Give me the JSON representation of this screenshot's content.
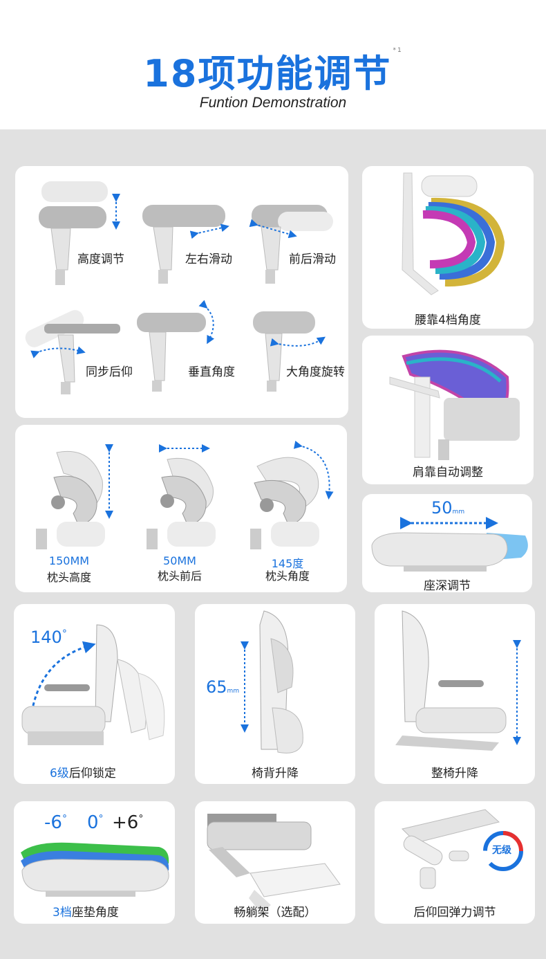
{
  "header": {
    "title": "18项功能调节",
    "footnote": "*1",
    "subtitle": "Funtion Demonstration"
  },
  "armrest": {
    "items": [
      "高度调节",
      "左右滑动",
      "前后滑动",
      "同步后仰",
      "垂直角度",
      "大角度旋转"
    ]
  },
  "lumbar": {
    "label": "腰靠4档角度"
  },
  "shoulder": {
    "label": "肩靠自动调整"
  },
  "headrest": {
    "items": [
      {
        "value": "150MM",
        "label": "枕头高度"
      },
      {
        "value": "50MM",
        "label": "枕头前后"
      },
      {
        "value": "145度",
        "label": "枕头角度"
      }
    ]
  },
  "seat_depth": {
    "value": "50",
    "unit": "mm",
    "label": "座深调节"
  },
  "recline": {
    "angle": "140",
    "deg": "°",
    "prefix": "6级",
    "label": "后仰锁定"
  },
  "backrest_lift": {
    "value": "65",
    "unit": "mm",
    "label": "椅背升降"
  },
  "chair_lift": {
    "label": "整椅升降"
  },
  "seat_angle": {
    "a1": "-6",
    "a2": "0",
    "a3": "+6",
    "deg": "°",
    "prefix": "3档",
    "label": "座垫角度"
  },
  "footrest": {
    "label": "畅躺架（选配）"
  },
  "rebound": {
    "badge": "无级",
    "label": "后仰回弹力调节"
  },
  "colors": {
    "accent": "#1a72dd",
    "bg_gray": "#e1e1e1",
    "card": "#ffffff",
    "red": "#e63030"
  }
}
